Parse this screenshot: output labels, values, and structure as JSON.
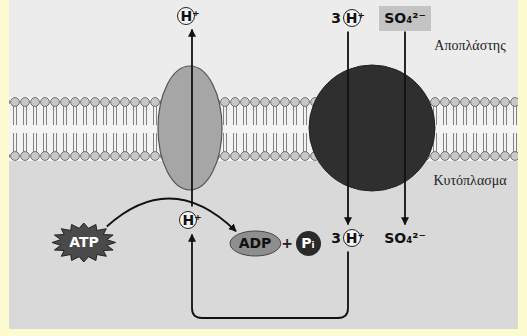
{
  "diagram": {
    "nodes": [
      {
        "text": [
          "H⁺"
        ]
      },
      {
        "text": [
          "3 H⁺"
        ]
      },
      {
        "text": [
          "SO₄²⁻"
        ]
      },
      {
        "text": [
          "ATP"
        ]
      },
      {
        "text": [
          "H⁺"
        ]
      },
      {
        "text": [
          "ADP"
        ]
      },
      {
        "text": [
          "Pᵢ"
        ]
      },
      {
        "text": [
          "3 H⁺"
        ]
      },
      {
        "text": [
          "SO₄²⁻"
        ]
      }
    ],
    "edges": [
      {
        "from": 4,
        "to": 0,
        "arrow": "to"
      },
      {
        "from": 3,
        "to": 5,
        "arrow": "to"
      },
      {
        "from": 1,
        "to": 7,
        "arrow": "to"
      },
      {
        "from": 2,
        "to": 8,
        "arrow": "to"
      },
      {
        "from": 7,
        "to": 4,
        "arrow": "to"
      }
    ],
    "labels": [
      "+",
      "Αποπλάστης",
      "Κυτόπλασμα"
    ]
  }
}
